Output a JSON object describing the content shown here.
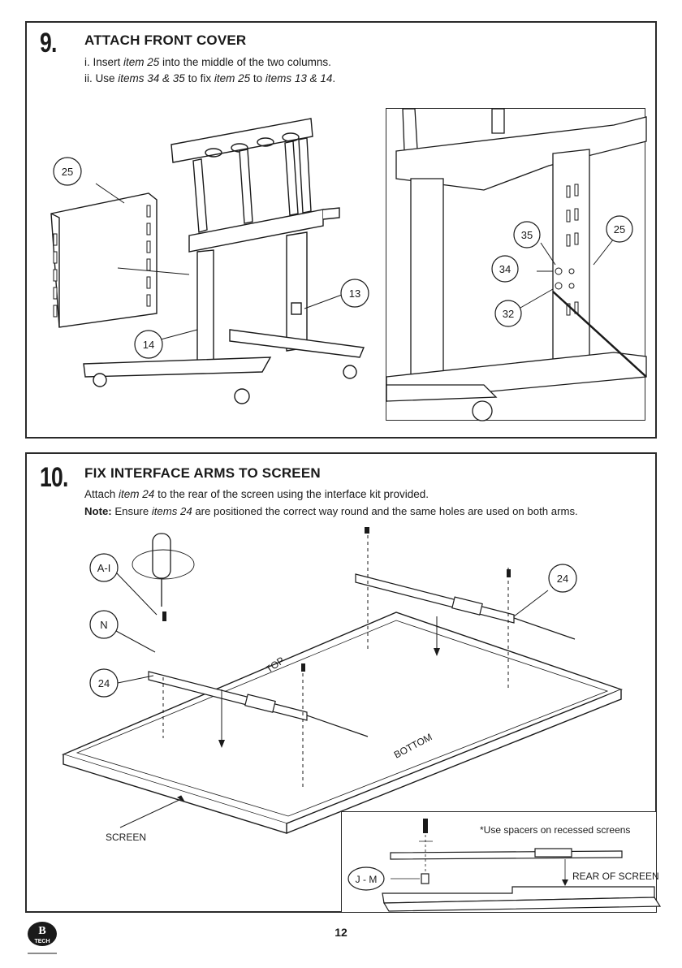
{
  "step9": {
    "number": "9.",
    "title": "ATTACH FRONT COVER",
    "line1_prefix": "i.  Insert ",
    "line1_item": "item 25",
    "line1_suffix": " into the middle of the two columns.",
    "line2_prefix": "ii. Use ",
    "line2_items": "items 34 & 35",
    "line2_mid1": " to fix ",
    "line2_item25": "item 25",
    "line2_mid2": " to ",
    "line2_items2": "items 13 & 14",
    "line2_end": ".",
    "callouts": {
      "c25": "25",
      "c14": "14",
      "c13": "13",
      "d35": "35",
      "d25": "25",
      "d34": "34",
      "d32": "32"
    }
  },
  "step10": {
    "number": "10.",
    "title": "FIX INTERFACE ARMS TO SCREEN",
    "line1_prefix": "Attach ",
    "line1_item": "item 24",
    "line1_suffix": " to the rear of the screen using the interface kit provided.",
    "note_label": "Note:",
    "note_prefix": " Ensure ",
    "note_item": "items 24",
    "note_suffix": " are positioned the correct way round and the same holes are used on both arms.",
    "callouts": {
      "ai": "A-I",
      "n": "N",
      "c24a": "24",
      "c24b": "24",
      "jm": "J - M"
    },
    "labels": {
      "top": "TOP",
      "bottom": "BOTTOM",
      "screen": "SCREEN",
      "rear": "REAR OF SCREEN",
      "spacers": "*Use spacers on recessed screens"
    }
  },
  "footer": {
    "page_number": "12",
    "logo_text": "B",
    "logo_sub": "TECH"
  }
}
